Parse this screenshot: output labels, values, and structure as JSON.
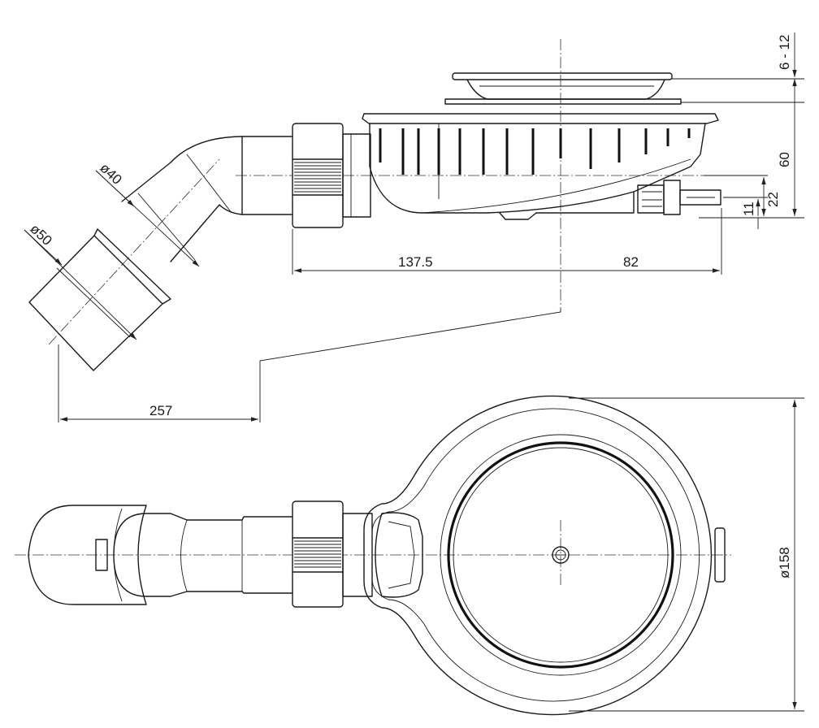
{
  "dimensions": {
    "d40": "ø40",
    "d50": "ø50",
    "len_137": "137.5",
    "len_82": "82",
    "len_257": "257",
    "h_6_12": "6 - 12",
    "h_60": "60",
    "h_22": "22",
    "h_11": "11",
    "d158": "ø158"
  },
  "colors": {
    "line": "#1a1a1a",
    "background": "#ffffff"
  }
}
